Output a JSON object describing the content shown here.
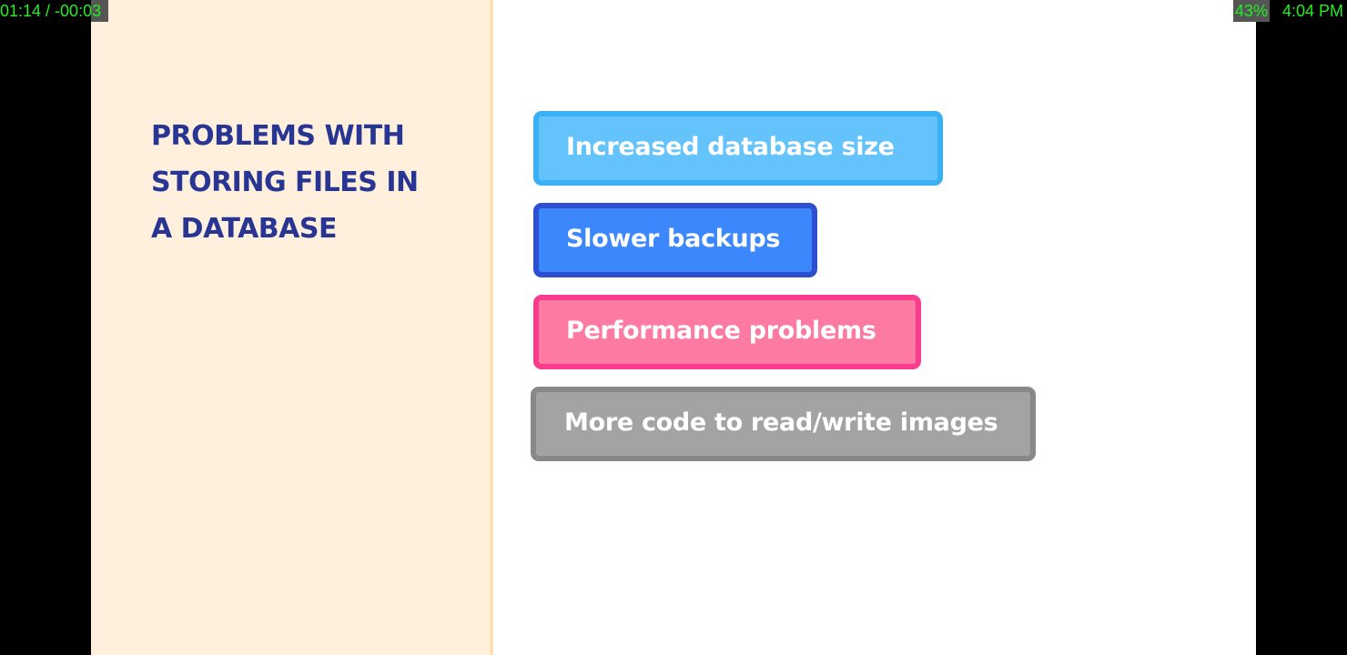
{
  "status_bar": {
    "playback_time": "01:14 / -00:03",
    "battery": "43%",
    "clock": "4:04 PM"
  },
  "slide": {
    "title": "PROBLEMS WITH STORING FILES IN A DATABASE",
    "items": [
      {
        "label": "Increased database size",
        "fill": "#64c3fb",
        "border": "#3ab0f5"
      },
      {
        "label": "Slower backups",
        "fill": "#3b87fb",
        "border": "#2f4fd2"
      },
      {
        "label": "Performance problems",
        "fill": "#fd7aa2",
        "border": "#f93d8c"
      },
      {
        "label": "More code to read/write images",
        "fill": "#a2a3a2",
        "border": "#878987"
      }
    ]
  },
  "colors": {
    "title": "#283593",
    "left_panel": "#fef0dc",
    "divider": "#fde2b6",
    "overlay_text": "#22ee22"
  }
}
